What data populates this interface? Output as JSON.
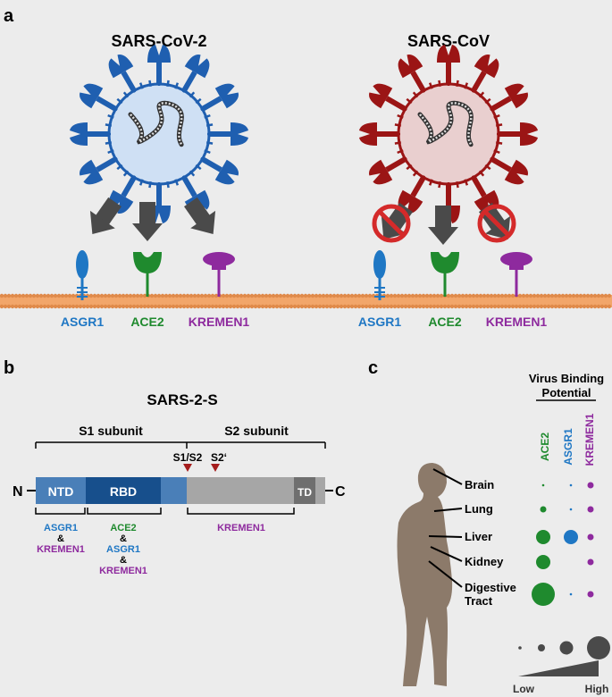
{
  "panels": {
    "a": "a",
    "b": "b",
    "c": "c"
  },
  "colors": {
    "background": "#ececec",
    "asgr1": "#1f77c4",
    "ace2": "#1f8a2e",
    "kremen1": "#8e2a9e",
    "sars_cov2_spike": "#1f5fb0",
    "sars_cov2_envelope": "#cfe0f4",
    "sars_cov_spike": "#9b1515",
    "sars_cov_envelope": "#e9cfcf",
    "arrow": "#4a4a4a",
    "membrane": "#f2a66a",
    "no_sign": "#d42a2a",
    "body_silhouette": "#8c7a6a",
    "ntd": "#4a7fb8",
    "rbd": "#174f8c",
    "s2": "#a6a6a6",
    "td": "#6f6f6f"
  },
  "panel_a": {
    "viruses": [
      {
        "id": "sars-cov-2",
        "title": "SARS-CoV-2",
        "blocked": [
          false,
          false,
          false
        ]
      },
      {
        "id": "sars-cov",
        "title": "SARS-CoV",
        "blocked": [
          true,
          false,
          true
        ]
      }
    ],
    "receptor_labels": [
      "ASGR1",
      "ACE2",
      "KREMEN1"
    ],
    "icons": [
      "virus-icon",
      "arrow-down-icon",
      "no-entry-icon",
      "receptor-icon",
      "cell-membrane-icon"
    ]
  },
  "panel_b": {
    "title": "SARS-2-S",
    "s1_label": "S1 subunit",
    "s2_label": "S2 subunit",
    "site1": "S1/S2",
    "site2": "S2‘",
    "n_term": "N",
    "c_term": "C",
    "domains": {
      "ntd": "NTD",
      "rbd": "RBD",
      "td": "TD"
    },
    "ntd_binders": [
      "ASGR1",
      "&",
      "KREMEN1"
    ],
    "rbd_binders": [
      "ACE2",
      "&",
      "ASGR1",
      "&",
      "KREMEN1"
    ],
    "s2_binders": [
      "KREMEN1"
    ]
  },
  "panel_c": {
    "header": [
      "Virus Binding",
      "Potential"
    ],
    "columns": [
      "ACE2",
      "ASGR1",
      "KREMEN1"
    ],
    "organs": [
      "Brain",
      "Lung",
      "Liver",
      "Kidney",
      "Digestive",
      "Tract"
    ],
    "legend_low": "Low",
    "legend_high": "High",
    "binding_levels": {
      "scale": "0 = none, 4 = high",
      "rows": [
        {
          "organ": "Brain",
          "ACE2": 1,
          "ASGR1": 1,
          "KREMEN1": 2
        },
        {
          "organ": "Lung",
          "ACE2": 2,
          "ASGR1": 1,
          "KREMEN1": 2
        },
        {
          "organ": "Liver",
          "ACE2": 3,
          "ASGR1": 3,
          "KREMEN1": 2
        },
        {
          "organ": "Kidney",
          "ACE2": 3,
          "ASGR1": 0,
          "KREMEN1": 2
        },
        {
          "organ": "Digestive Tract",
          "ACE2": 4,
          "ASGR1": 1,
          "KREMEN1": 2
        }
      ],
      "legend_levels": [
        1,
        2,
        3,
        4
      ]
    }
  }
}
